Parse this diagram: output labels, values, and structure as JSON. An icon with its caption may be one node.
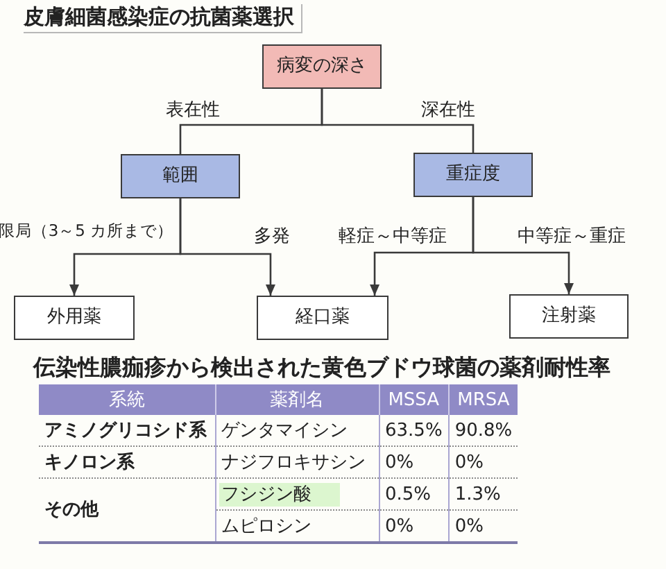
{
  "diagram": {
    "title": "皮膚細菌感染症の抗菌薬選択",
    "nodes": [
      {
        "text": [
          "病変の深さ"
        ]
      },
      {
        "text": [
          "範囲"
        ]
      },
      {
        "text": [
          "重症度"
        ]
      },
      {
        "text": [
          "外用薬"
        ]
      },
      {
        "text": [
          "経口薬"
        ]
      },
      {
        "text": [
          "注射薬"
        ]
      }
    ],
    "edges": [
      {
        "from": 0,
        "to": 1,
        "arrow": "none",
        "label": "表在性"
      },
      {
        "from": 0,
        "to": 2,
        "arrow": "none",
        "label": "深在性"
      },
      {
        "from": 1,
        "to": 3,
        "arrow": "to",
        "label": "限局（3～5 カ所まで）"
      },
      {
        "from": 1,
        "to": 4,
        "arrow": "to",
        "label": "多発"
      },
      {
        "from": 2,
        "to": 4,
        "arrow": "to",
        "label": "軽症～中等症"
      },
      {
        "from": 2,
        "to": 5,
        "arrow": "to",
        "label": "中等症～重症"
      }
    ],
    "labels": [
      "伝染性膿痂疹から検出された黄色ブドウ球菌の薬剤耐性率",
      "系統",
      "薬剤名",
      "MSSA",
      "MRSA",
      "アミノグリコシド系",
      "ゲンタマイシン",
      "63.5%",
      "90.8%",
      "キノロン系",
      "ナジフロキサシン",
      "0%",
      "0%",
      "その他",
      "フシジン酸",
      "0.5%",
      "1.3%",
      "ムピロシン",
      "0%",
      "0%"
    ]
  }
}
